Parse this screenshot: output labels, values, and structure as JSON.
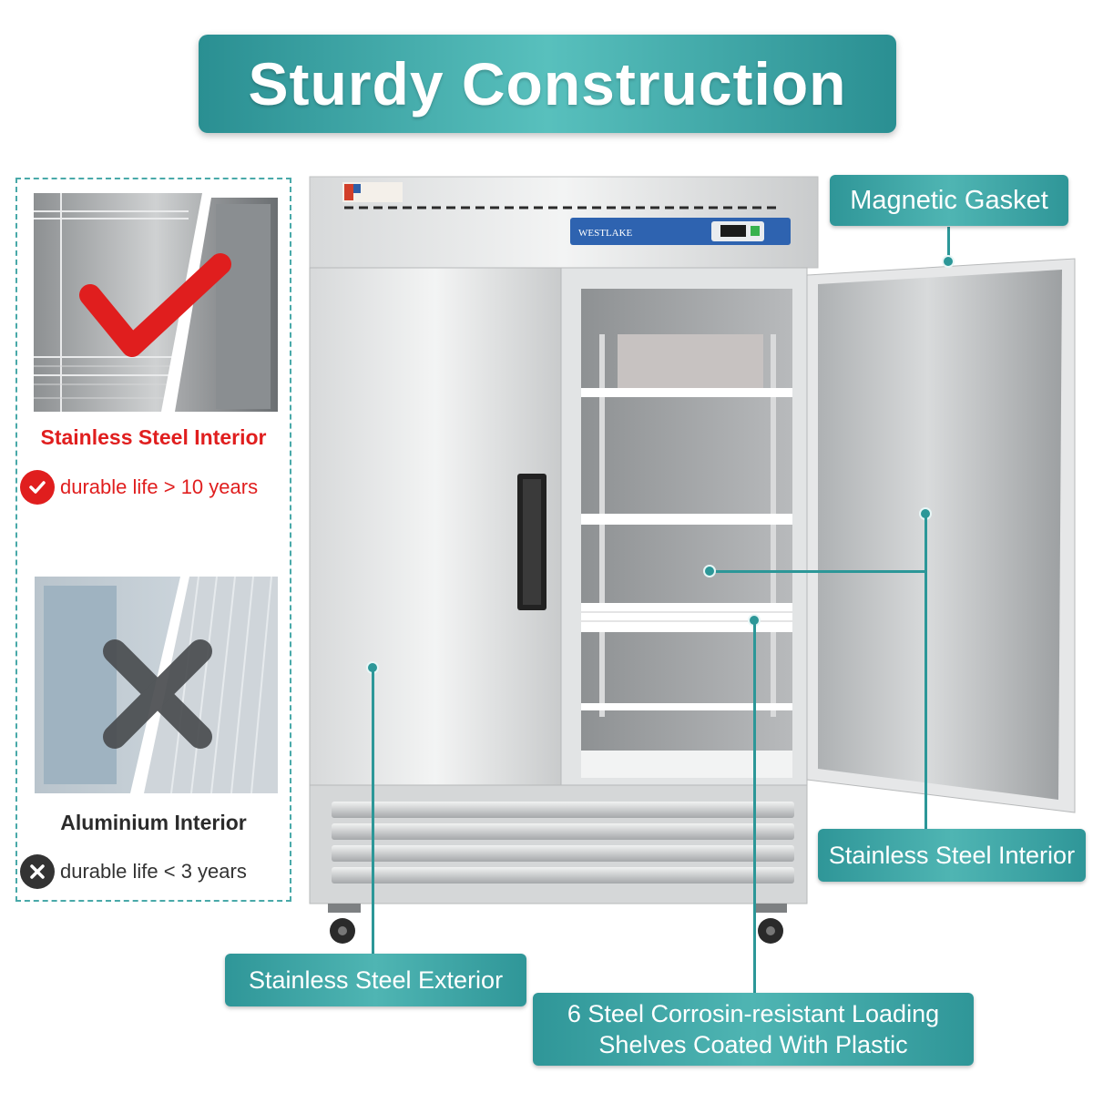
{
  "title": "Sturdy Construction",
  "comparison": {
    "good": {
      "heading": "Stainless Steel Interior",
      "detail": "durable life > 10 years",
      "icon": "check-icon",
      "color": "#e01e1e"
    },
    "bad": {
      "heading": "Aluminium Interior",
      "detail": "durable life < 3 years",
      "icon": "cross-icon",
      "color": "#333333"
    }
  },
  "product": {
    "brand_label": "WESTLAKE"
  },
  "callouts": {
    "magnetic_gasket": "Magnetic Gasket",
    "interior": "Stainless Steel Interior",
    "exterior": "Stainless Steel Exterior",
    "shelves_line1": "6 Steel Corrosin-resistant Loading",
    "shelves_line2": "Shelves Coated With Plastic"
  },
  "colors": {
    "accent": "#3fa8a7",
    "check_red": "#e01e1e"
  }
}
